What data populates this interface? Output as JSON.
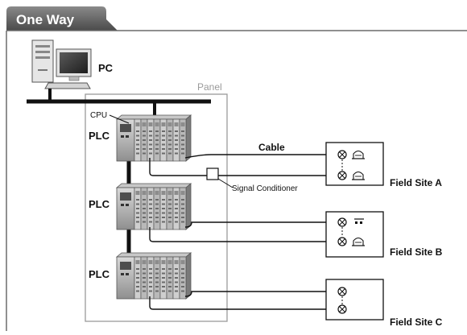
{
  "header": {
    "tab_title": "One Way"
  },
  "diagram": {
    "panel_label": "Panel",
    "pc_label": "PC",
    "cpu_label": "CPU",
    "plc_labels": [
      "PLC",
      "PLC",
      "PLC"
    ],
    "cable_label": "Cable",
    "signal_conditioner_label": "Signal Conditioner",
    "field_sites": [
      "Field Site A",
      "Field Site B",
      "Field Site C"
    ]
  }
}
